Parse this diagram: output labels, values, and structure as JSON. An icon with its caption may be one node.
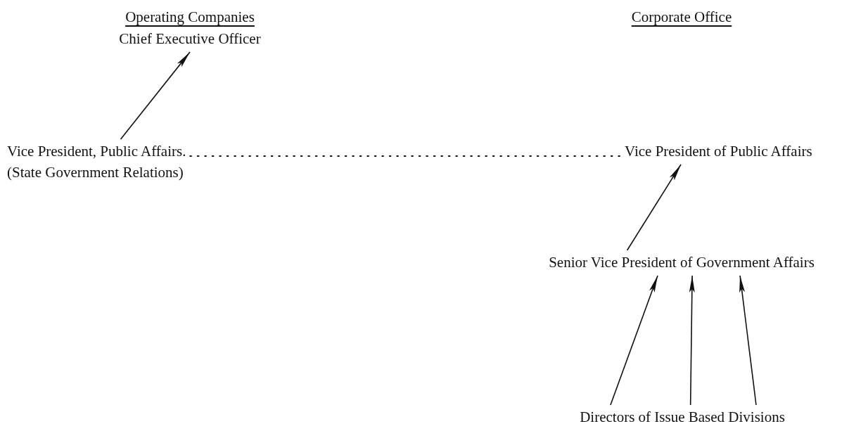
{
  "diagram": {
    "nodes": [
      {
        "text": [
          "Chief Executive Officer"
        ]
      },
      {
        "text": [
          "Vice President, Public Affairs.",
          "(State Government Relations)"
        ]
      },
      {
        "text": [
          "Vice President of Public Affairs"
        ]
      },
      {
        "text": [
          "Senior Vice President of Government Affairs"
        ]
      },
      {
        "text": [
          "Directors of Issue Based Divisions"
        ]
      }
    ],
    "edges": [
      {
        "from": 1,
        "to": 0,
        "arrow": "to"
      },
      {
        "from": 1,
        "to": 2,
        "arrow": "none",
        "style": "dashed"
      },
      {
        "from": 3,
        "to": 2,
        "arrow": "to"
      },
      {
        "from": 4,
        "to": 3,
        "arrow": "to"
      },
      {
        "from": 4,
        "to": 3,
        "arrow": "to"
      },
      {
        "from": 4,
        "to": 3,
        "arrow": "to"
      }
    ],
    "labels": [
      "Operating Companies",
      "Corporate Office"
    ]
  }
}
